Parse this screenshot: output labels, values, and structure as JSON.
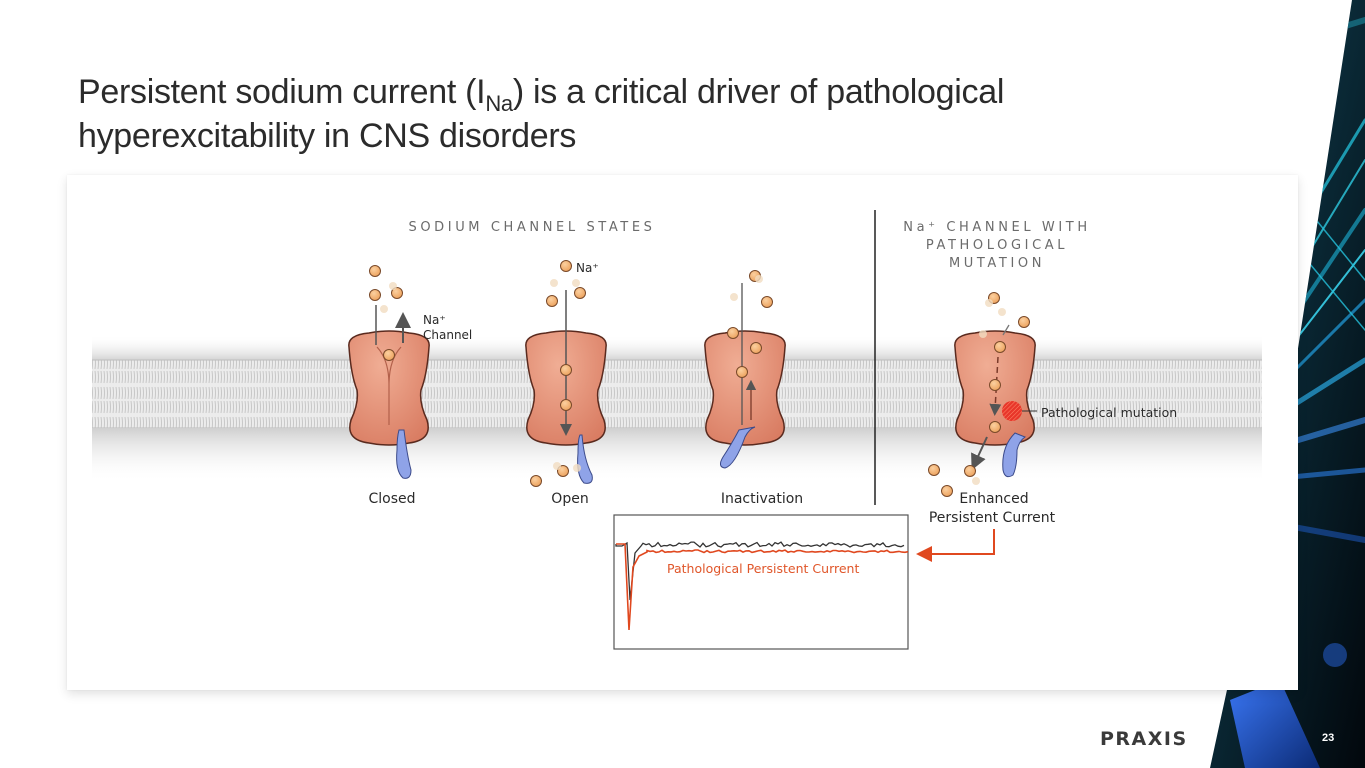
{
  "slide": {
    "title_part1": "Persistent sodium current (I",
    "title_sub": "Na",
    "title_part2": ") is a critical driver of pathological hyperexcitability in CNS disorders",
    "page_number": "23",
    "logo_text": "PRAXIS"
  },
  "diagram": {
    "left_section_title": "SODIUM CHANNEL STATES",
    "right_section_title_lines": [
      "Na⁺ CHANNEL WITH",
      "PATHOLOGICAL",
      "MUTATION"
    ],
    "ion_label": "Na⁺",
    "channel_label_lines": [
      "Na⁺",
      "Channel"
    ],
    "states": [
      {
        "name": "Closed"
      },
      {
        "name": "Open"
      },
      {
        "name": "Inactivation"
      }
    ],
    "mutant": {
      "label_lines": [
        "Enhanced",
        "Persistent Current"
      ],
      "mutation_label": "Pathological mutation"
    },
    "trace": {
      "label": "Pathological Persistent Current",
      "normal_color": "#333333",
      "pathological_color": "#e0481f"
    }
  },
  "colors": {
    "channel_fill": "#e4937a",
    "channel_stroke": "#5a2a1e",
    "ion_fill": "#f3b06a",
    "gate_fill": "#8fa3e8",
    "accent_red": "#e0481f",
    "mutation_red": "#e8362a"
  }
}
